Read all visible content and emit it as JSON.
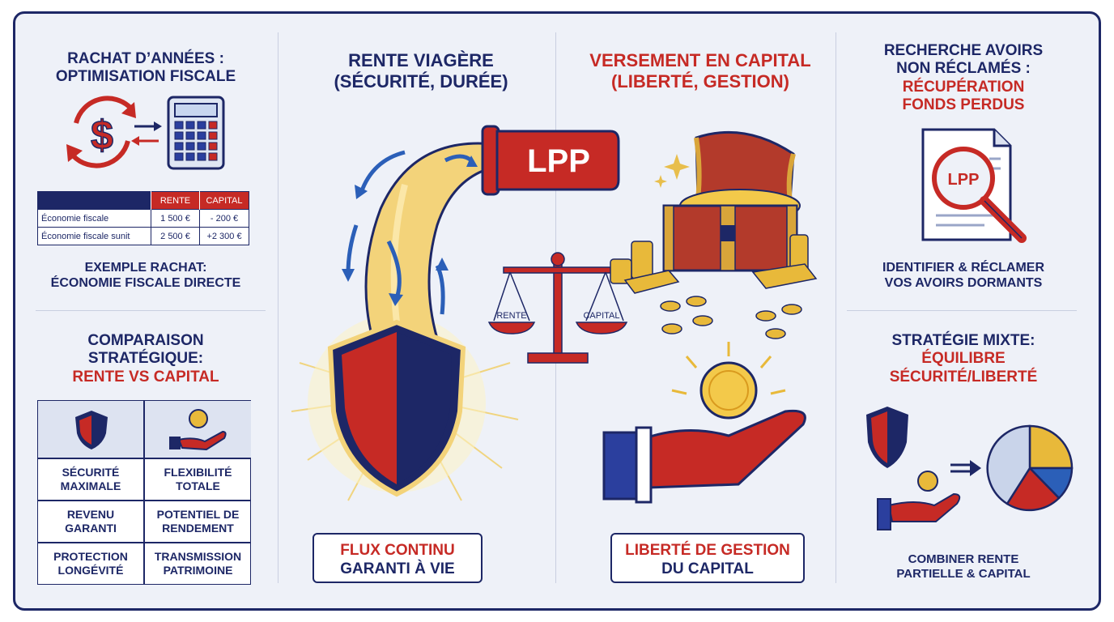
{
  "col1": {
    "rachat_title": [
      "RACHAT D’ANNÉES :",
      "OPTIMISATION FISCALE"
    ],
    "table": {
      "headers": [
        "",
        "RENTE",
        "CAPITAL"
      ],
      "rows": [
        [
          "Économie fiscale",
          "1 500 €",
          "- 200 €"
        ],
        [
          "Économie fiscale sunit",
          "2 500 €",
          "+2 300 €"
        ]
      ]
    },
    "exemple": [
      "EXEMPLE RACHAT:",
      "ÉCONOMIE FISCALE DIRECTE"
    ],
    "comparaison_title": [
      "COMPARAISON",
      "STRATÉGIQUE:"
    ],
    "comparaison_sub": "RENTE VS CAPITAL",
    "grid": [
      [
        "SÉCURITÉ",
        "MAXIMALE"
      ],
      [
        "FLEXIBILITÉ",
        "TOTALE"
      ],
      [
        "REVENU",
        "GARANTI"
      ],
      [
        "POTENTIEL DE",
        "RENDEMENT"
      ],
      [
        "PROTECTION",
        "LONGÉVITÉ"
      ],
      [
        "TRANSMISSION",
        "PATRIMOINE"
      ]
    ]
  },
  "col2": {
    "title": [
      "RENTE VIAGÈRE",
      "(SÉCURITÉ, DURÉE)"
    ],
    "pipe_label": "LPP",
    "box": [
      "FLUX CONTINU",
      "GARANTI À VIE"
    ]
  },
  "col3": {
    "title": [
      "VERSEMENT EN CAPITAL",
      "(LIBERTÉ, GESTION)"
    ],
    "scale_left": "RENTE",
    "scale_right": "CAPITAL",
    "box": [
      "LIBERTÉ DE GESTION",
      "DU CAPITAL"
    ]
  },
  "col4": {
    "title_navy": [
      "RECHERCHE AVOIRS",
      "NON RÉCLAMÉS :"
    ],
    "title_red": [
      "RÉCUPÉRATION",
      "FONDS PERDUS"
    ],
    "doc_label": "LPP",
    "identifier": [
      "IDENTIFIER & RÉCLAMER",
      "VOS AVOIRS DORMANTS"
    ],
    "strategie_navy": "STRATÉGIE MIXTE:",
    "strategie_red": [
      "ÉQUILIBRE",
      "SÉCURITÉ/LIBERTÉ"
    ],
    "combiner": [
      "COMBINER RENTE",
      "PARTIELLE & CAPITAL"
    ]
  },
  "colors": {
    "navy": "#1d2766",
    "red": "#c62a25",
    "gold": "#e8b93a",
    "background": "#eef1f8"
  }
}
